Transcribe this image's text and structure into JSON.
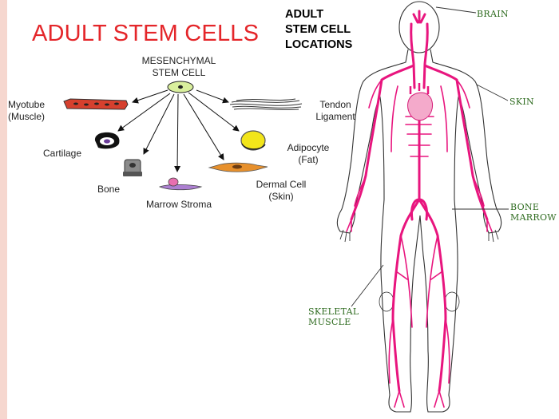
{
  "title": "ADULT STEM CELLS",
  "stem_cell": {
    "line1": "MESENCHYMAL",
    "line2": "STEM CELL"
  },
  "cell_types": {
    "myotube": {
      "line1": "Myotube",
      "line2": "(Muscle)"
    },
    "tendon": {
      "line1": "Tendon",
      "line2": "Ligament"
    },
    "cartilage": "Cartilage",
    "adipocyte": {
      "line1": "Adipocyte",
      "line2": "(Fat)"
    },
    "bone": "Bone",
    "marrow_stroma": "Marrow Stroma",
    "dermal": {
      "line1": "Dermal Cell",
      "line2": "(Skin)"
    }
  },
  "locations": {
    "heading": {
      "line1": "ADULT",
      "line2": "STEM CELL",
      "line3": "LOCATIONS"
    },
    "brain": "BRAIN",
    "skin": "SKIN",
    "bone_marrow": {
      "line1": "BONE",
      "line2": "MARROW"
    },
    "skeletal_muscle": {
      "line1": "SKELETAL",
      "line2": "MUSCLE"
    }
  },
  "colors": {
    "title": "#e4262a",
    "vessels": "#e8157e",
    "location_labels": "#2e6b1f",
    "left_bar": "#f6d7cf"
  }
}
